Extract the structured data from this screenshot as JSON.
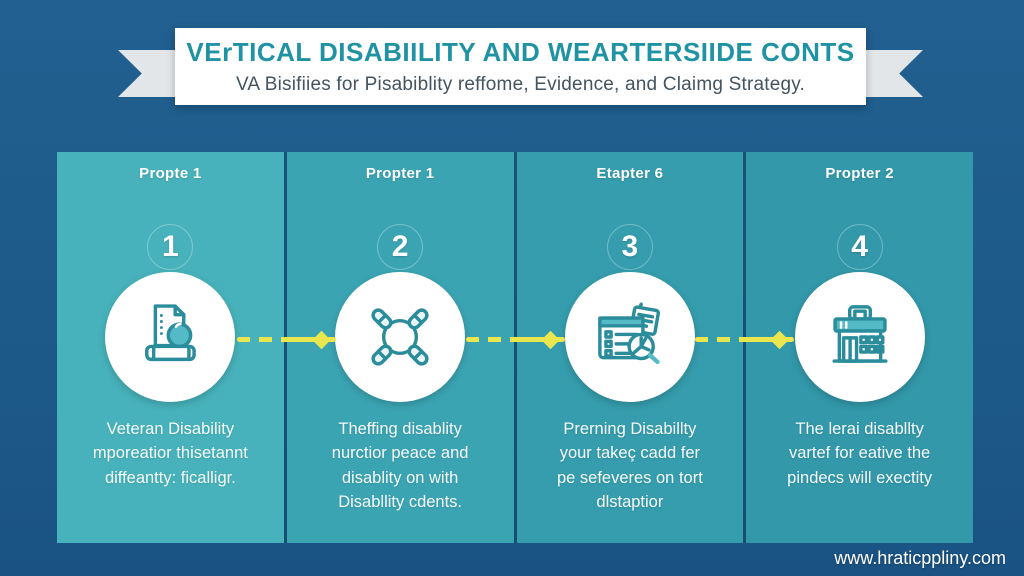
{
  "banner": {
    "title": "VErTICAL DISABIILITY AND WEARTERSIIDE CONTS",
    "subtitle": "VA Bisifiies for Pisabiblity reffome, Evidence, and Claimg Strategy."
  },
  "steps": [
    {
      "header": "Propte 1",
      "number": "1",
      "icon": "document-book-icon",
      "body": "Veteran Disability\nmporeatior thisetannt\ndiffeantty: ficalligr.",
      "color": "#47b2bb"
    },
    {
      "header": "Propter 1",
      "number": "2",
      "icon": "hub-capsules-icon",
      "body": "Theffing disablity\nnurctior peace and\ndisablity on with\nDisabllity cdents.",
      "color": "#3ba4b3"
    },
    {
      "header": "Etapter 6",
      "number": "3",
      "icon": "checklist-magnifier-icon",
      "body": "Prerning Disabillty\nyour takeç cadd fer\npe sefeveres on tort\ndlstaptior",
      "color": "#359dad"
    },
    {
      "header": "Propter 2",
      "number": "4",
      "icon": "building-icon",
      "body": "The lerai disabllty\nvartef for eative the\npindecs will exectity",
      "color": "#3298aa"
    }
  ],
  "footer": {
    "website": "www.hraticppliny.com"
  },
  "colors": {
    "background_top": "#216090",
    "background_bottom": "#1a5383",
    "title_teal": "#1f93a3",
    "subtitle_gray": "#44545f",
    "ribbon_tail_gray": "#e3e6e9",
    "connector_yellow": "#e9e64e",
    "icon_stroke_teal": "#2b8d9b",
    "icon_fill_teal": "#54bac6"
  }
}
